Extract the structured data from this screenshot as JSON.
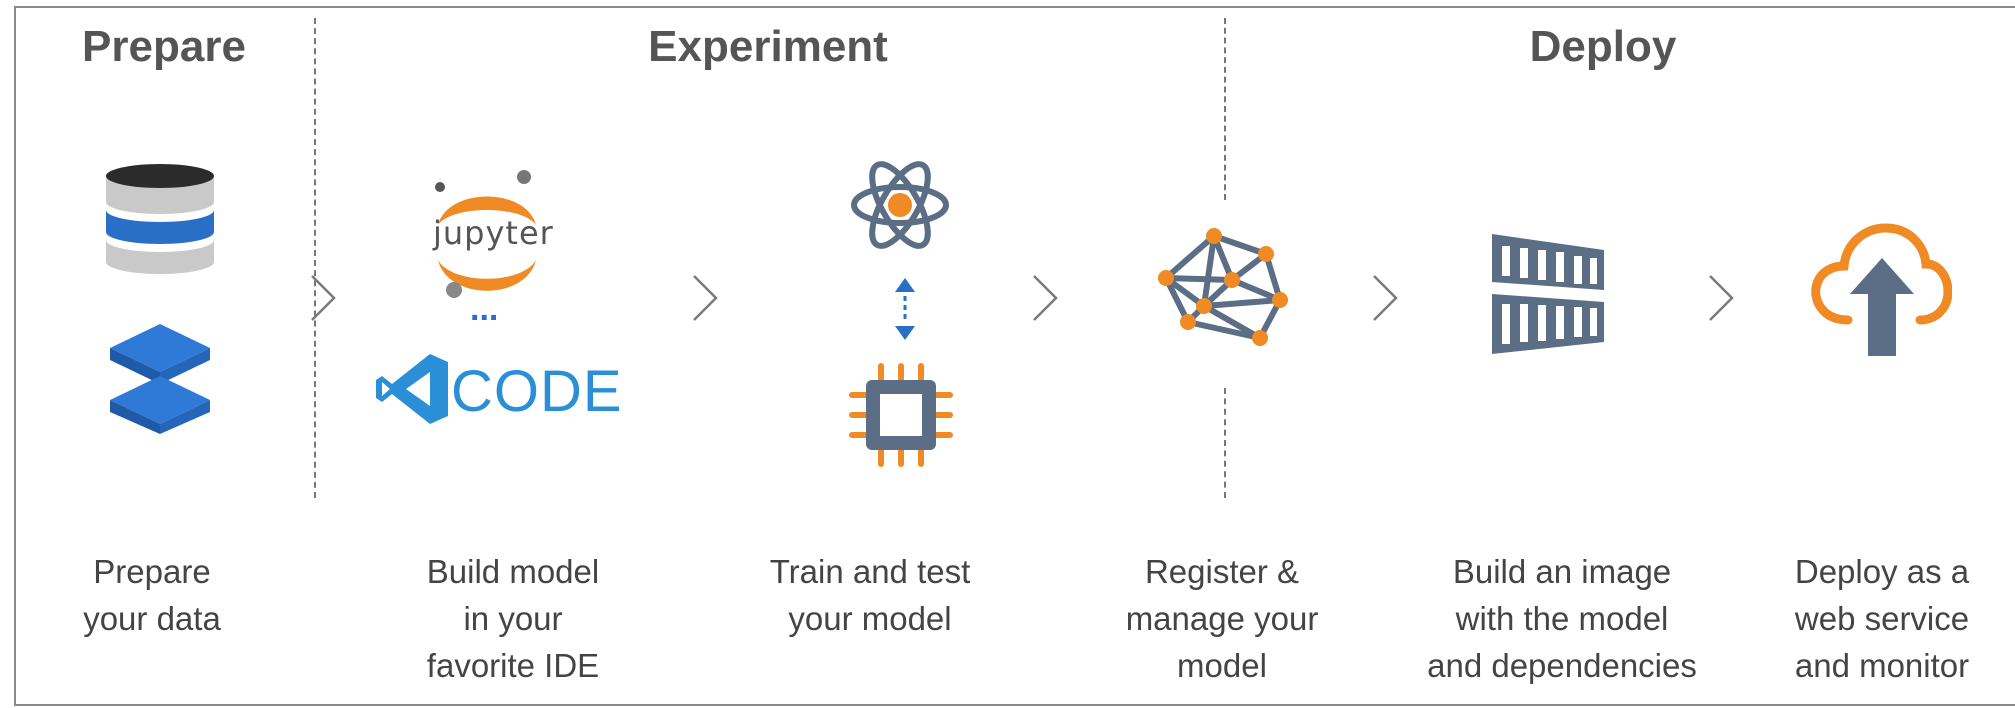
{
  "phases": {
    "prepare": "Prepare",
    "experiment": "Experiment",
    "deploy": "Deploy"
  },
  "steps": [
    {
      "line1": "Prepare",
      "line2": "your data",
      "line3": "",
      "icons": [
        "database-icon",
        "layers-icon"
      ]
    },
    {
      "line1": "Build model",
      "line2": "in your",
      "line3": "favorite IDE",
      "icons": [
        "jupyter-logo",
        "vscode-logo"
      ]
    },
    {
      "line1": "Train and test",
      "line2": "your model",
      "line3": "",
      "icons": [
        "atom-icon",
        "cpu-chip-icon"
      ]
    },
    {
      "line1": "Register &",
      "line2": "manage your",
      "line3": "model",
      "icons": [
        "model-network-icon"
      ]
    },
    {
      "line1": "Build an image",
      "line2": "with the model",
      "line3": "and dependencies",
      "icons": [
        "container-icon"
      ]
    },
    {
      "line1": "Deploy as a",
      "line2": "web service",
      "line3": "and monitor",
      "icons": [
        "cloud-upload-icon"
      ]
    }
  ],
  "logos": {
    "jupyter": "jupyter",
    "code": "CODE",
    "ellipsis": "..."
  },
  "colors": {
    "orange": "#f08a24",
    "blue": "#2a6fc7",
    "slate": "#5b6e85",
    "dark": "#2b2b2b",
    "gray": "#c9c9c9"
  }
}
